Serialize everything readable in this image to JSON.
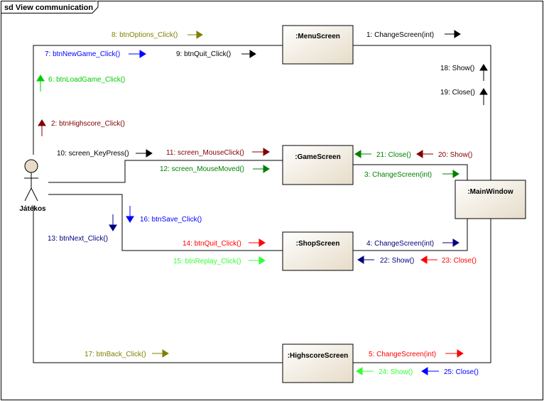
{
  "frame": {
    "title": "sd View communication"
  },
  "actor": {
    "name": "Játékos"
  },
  "objects": {
    "menu": ":MenuScreen",
    "game": ":GameScreen",
    "shop": ":ShopScreen",
    "main": ":MainWindow",
    "high": ":HighscoreScreen"
  },
  "colors": {
    "black": "#000000",
    "olive": "#808000",
    "blue": "#0000ff",
    "green": "#00cc00",
    "darkred": "#800000",
    "darkgreen": "#008000",
    "navy": "#000080",
    "red": "#ff0000",
    "lime": "#33ff33"
  },
  "messages": {
    "m1": "1: ChangeScreen(int)",
    "m2": "2: btnHighscore_Click()",
    "m3": "3: ChangeScreen(int)",
    "m4": "4: ChangeScreen(int)",
    "m5": "5: ChangeScreen(int)",
    "m6": "6: btnLoadGame_Click()",
    "m7": "7: btnNewGame_Click()",
    "m8": "8: btnOptions_Click()",
    "m9": "9: btnQuit_Click()",
    "m10": "10: screen_KeyPress()",
    "m11": "11: screen_MouseClick()",
    "m12": "12: screen_MouseMoved()",
    "m13": "13: btnNext_Click()",
    "m14": "14: btnQuit_Click()",
    "m15": "15: btnReplay_Click()",
    "m16": "16: btnSave_Click()",
    "m17": "17: btnBack_Click()",
    "m18": "18: Show()",
    "m19": "19: Close()",
    "m20": "20: Show()",
    "m21": "21: Close()",
    "m22": "22: Show()",
    "m23": "23: Close()",
    "m24": "24: Show()",
    "m25": "25: Close()"
  }
}
